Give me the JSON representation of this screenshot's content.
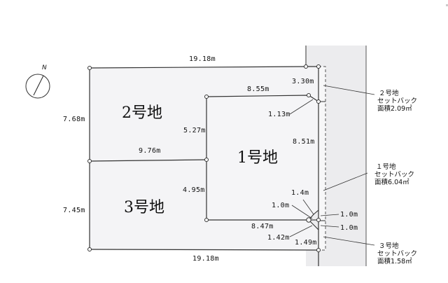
{
  "diagram": {
    "type": "land subdivision plan",
    "compass": {
      "label": "N",
      "icon": "north-arrow-icon"
    },
    "lots": [
      {
        "id": "2",
        "label": "2号地"
      },
      {
        "id": "1",
        "label": "1号地"
      },
      {
        "id": "3",
        "label": "3号地"
      }
    ],
    "dimensions": {
      "top": "19.18m",
      "bottom": "19.18m",
      "left_upper": "7.68m",
      "left_lower": "7.45m",
      "lot2_lot3_divider": "9.76m",
      "lot1_left_upper": "5.27m",
      "lot1_left_lower": "4.95m",
      "lot1_top": "8.55m",
      "lot1_bottom": "8.47m",
      "lot1_right": "8.51m",
      "lot2_right": "3.30m",
      "lot1_corner_cut_top": "1.13m",
      "corner_1_4": "1.4m",
      "corner_1_0_left": "1.0m",
      "corner_1_0_right_upper": "1.0m",
      "corner_1_0_right_lower": "1.0m",
      "corner_1_42": "1.42m",
      "lot3_right": "1.49m"
    },
    "setbacks": [
      {
        "lot": "２号地",
        "title": "セットバック",
        "area": "面積2.09㎡"
      },
      {
        "lot": "１号地",
        "title": "セットバック",
        "area": "面積6.04㎡"
      },
      {
        "lot": "３号地",
        "title": "セットバック",
        "area": "面積1.58㎡"
      }
    ],
    "colors": {
      "lot_fill": "#f4f4f6",
      "road_fill": "#ececee",
      "line": "#333333"
    }
  }
}
